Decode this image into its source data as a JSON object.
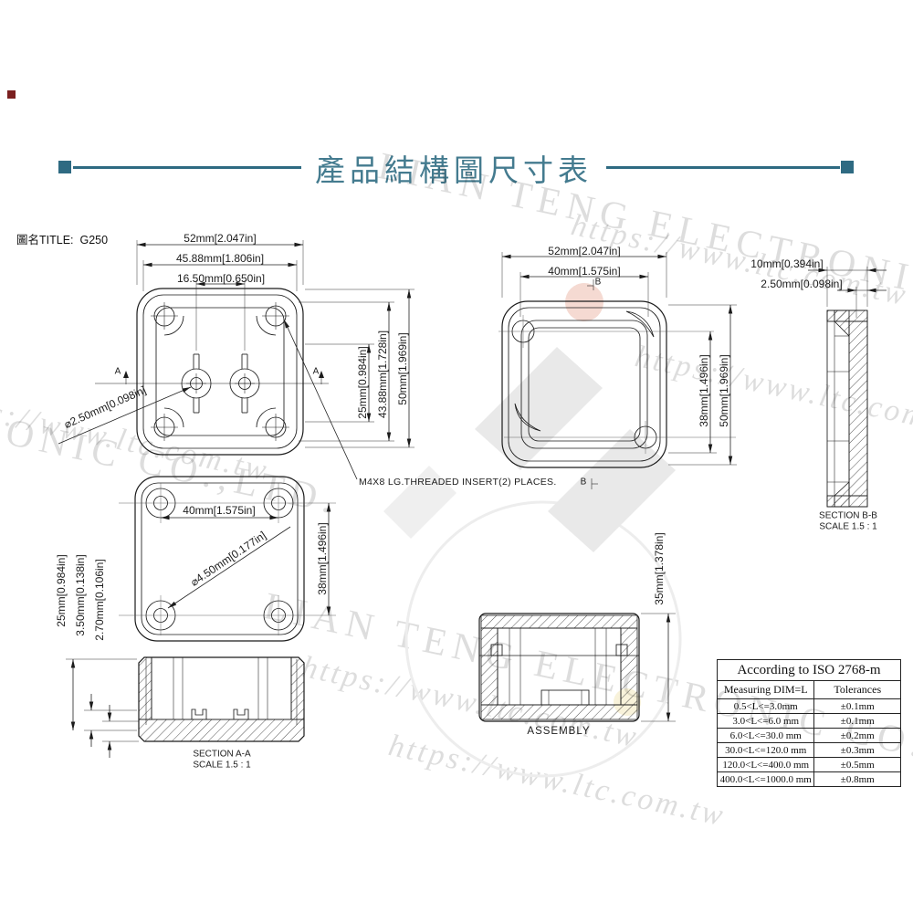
{
  "header": {
    "title": "產品結構圖尺寸表",
    "doc_label": "圖名TITLE:",
    "doc_value": "G250"
  },
  "watermark": {
    "company": "LIAN TENG ELECTRONIC CO.,LTD.",
    "url": "https://www.ltc.com.tw"
  },
  "lid_top_view": {
    "dim_width_outer": "52mm[2.047in]",
    "dim_width_inner": "45.88mm[1.806in]",
    "dim_post_spacing": "16.50mm[0.650in]",
    "dim_height_center": "25mm[0.984in]",
    "dim_height_inner": "43.88mm[1.728in]",
    "dim_height_outer": "50mm[1.969in]",
    "leader_post_hole": "⌀2.50mm[0.098in]",
    "note_insert": "M4X8 LG.THREADED INSERT(2) PLACES.",
    "section_marker": "A"
  },
  "box_top_view": {
    "dim_width_outer": "52mm[2.047in]",
    "dim_width_holes": "40mm[1.575in]",
    "dim_height_holes": "38mm[1.496in]",
    "dim_height_outer": "50mm[1.969in]",
    "section_marker": "B"
  },
  "section_bb": {
    "dim_depth": "10mm[0.394in]",
    "dim_wall": "2.50mm[0.098in]",
    "label": "SECTION B-B",
    "scale": "SCALE 1.5 : 1"
  },
  "base_view": {
    "dim_width_holes": "40mm[1.575in]",
    "leader_hole": "⌀4.50mm[0.177in]",
    "dim_height_holes": "38mm[1.496in]",
    "dim_depth": "25mm[0.984in]",
    "dim_step1": "3.50mm[0.138in]",
    "dim_step2": "2.70mm[0.106in]"
  },
  "section_aa": {
    "label": "SECTION A-A",
    "scale": "SCALE 1.5 : 1"
  },
  "assembly": {
    "label": "ASSEMBLY",
    "dim_height": "35mm[1.378in]"
  },
  "tolerance_table": {
    "title": "According to ISO 2768-m",
    "col_dim": "Measuring  DIM=L",
    "col_tol": "Tolerances",
    "rows": [
      {
        "range": "0.5<L<=3.0mm",
        "tol": "±0.1mm"
      },
      {
        "range": "3.0<L<=6.0 mm",
        "tol": "±0.1mm"
      },
      {
        "range": "6.0<L<=30.0 mm",
        "tol": "±0.2mm"
      },
      {
        "range": "30.0<L<=120.0 mm",
        "tol": "±0.3mm"
      },
      {
        "range": "120.0<L<=400.0 mm",
        "tol": "±0.5mm"
      },
      {
        "range": "400.0<L<=1000.0 mm",
        "tol": "±0.8mm"
      }
    ]
  }
}
